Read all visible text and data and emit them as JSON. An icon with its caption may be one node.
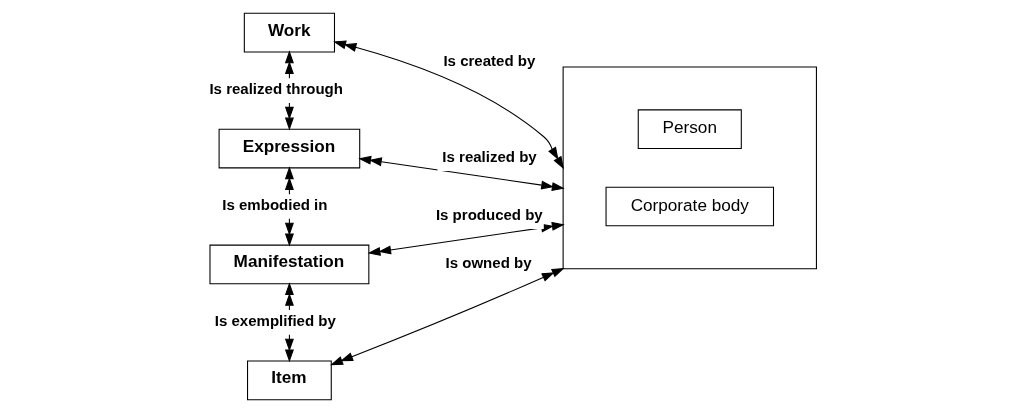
{
  "diagram": {
    "nodes": [
      {
        "text": [
          "Work"
        ]
      },
      {
        "text": [
          "Expression"
        ]
      },
      {
        "text": [
          "Manifestation"
        ]
      },
      {
        "text": [
          "Item"
        ]
      },
      {
        "text": [],
        "shape": "box"
      },
      {
        "text": [
          "Person"
        ],
        "in": 4
      },
      {
        "text": [
          "Corporate body"
        ],
        "in": 4
      }
    ],
    "edges": [
      {
        "from": 0,
        "to": 4,
        "arrow": "both",
        "label": "Is created by"
      },
      {
        "from": 0,
        "to": 1,
        "arrow": "both",
        "label": "Is realized through"
      },
      {
        "from": 1,
        "to": 4,
        "arrow": "both",
        "label": "Is realized by"
      },
      {
        "from": 1,
        "to": 2,
        "arrow": "both",
        "label": "Is embodied in"
      },
      {
        "from": 2,
        "to": 4,
        "arrow": "both",
        "label": "Is produced by"
      },
      {
        "from": 2,
        "to": 3,
        "arrow": "both",
        "label": "Is exemplified by"
      },
      {
        "from": 3,
        "to": 4,
        "arrow": "both",
        "label": "Is owned by"
      }
    ]
  }
}
